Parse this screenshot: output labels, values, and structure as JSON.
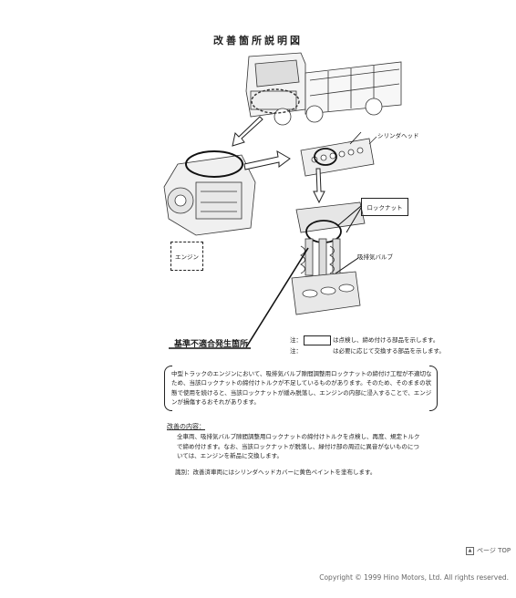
{
  "title": "改善箇所説明図",
  "labels": {
    "cylinder_head": "シリンダヘッド",
    "lock_nut": "ロックナット",
    "valve": "吸排気バルブ",
    "engine": "エンジン",
    "defect_location": "基準不適合発生箇所"
  },
  "notes": {
    "prefix": "注：",
    "solid": "は点検し、締め付ける部品を示します。",
    "dashed": "は必要に応じて交換する部品を示します。"
  },
  "description": "中型トラックのエンジンにおいて、吸排気バルブ隙間調整用ロックナットの締付け工程が不適切なため、当該ロックナットの締付けトルクが不足しているものがあります。そのため、そのままの状態で使用を続けると、当該ロックナットが緩み脱落し、エンジンの内部に浸入することで、エンジンが損傷するおそれがあります。",
  "improvement": {
    "title": "改善の内容：",
    "body": "全車両、吸排気バルブ隙間調整用ロックナットの締付けトルクを点検し、再度、規定トルクで締め付けます。なお、当該ロックナットが脱落し、緑付け部の周辺に異音がないものについては、エンジンを新品に交換します。"
  },
  "identification": "識別：改善済車両にはシリンダヘッドカバーに黄色ペイントを塗布します。",
  "page_top": "ページ TOP",
  "copyright": "Copyright © 1999 Hino Motors, Ltd. All rights reserved."
}
